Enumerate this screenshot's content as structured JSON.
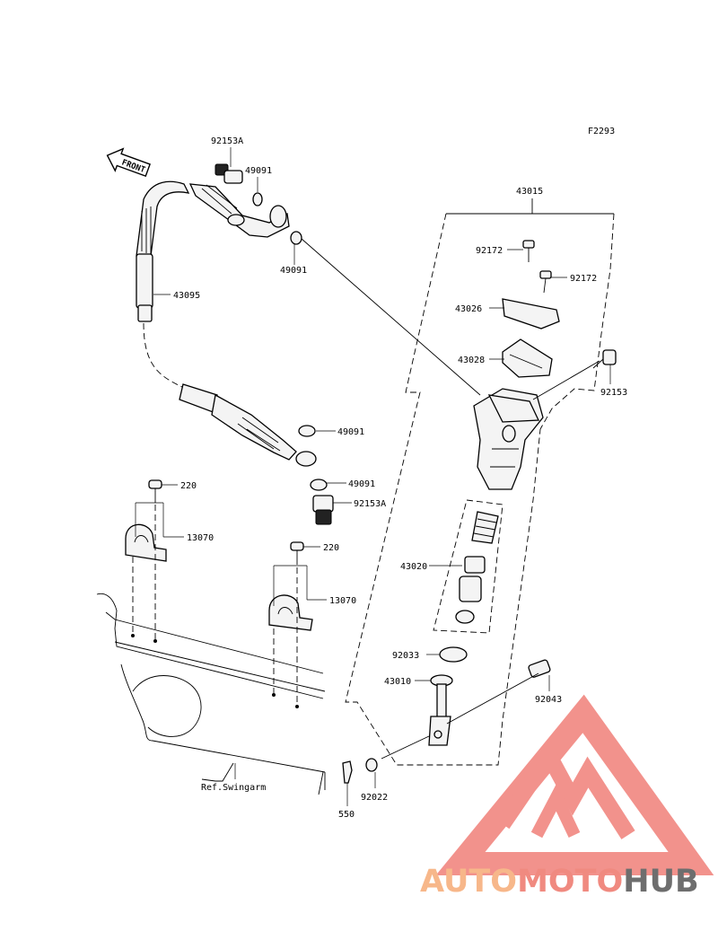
{
  "figure_code": "F2293",
  "front_label": "FRONT",
  "labels": {
    "l92153A_top": "92153A",
    "l49091_a": "49091",
    "l49091_b": "49091",
    "l43015": "43015",
    "l92172_a": "92172",
    "l92172_b": "92172",
    "l43026": "43026",
    "l43028": "43028",
    "l92153": "92153",
    "l43095": "43095",
    "l49091_c": "49091",
    "l49091_d": "49091",
    "l92153A_bot": "92153A",
    "l220_a": "220",
    "l13070_a": "13070",
    "l220_b": "220",
    "l13070_b": "13070",
    "l43020": "43020",
    "l92033": "92033",
    "l43010": "43010",
    "l92043": "92043",
    "l92022": "92022",
    "l550": "550",
    "ref_swingarm": "Ref.Swingarm"
  },
  "watermark": {
    "part1": "AUTO",
    "part2": "MOTO",
    "part3": "HUB",
    "color1": "#f7b78a",
    "color2": "#f08a80",
    "color3": "#6e6e6e",
    "logo_color": "#f07f78"
  }
}
